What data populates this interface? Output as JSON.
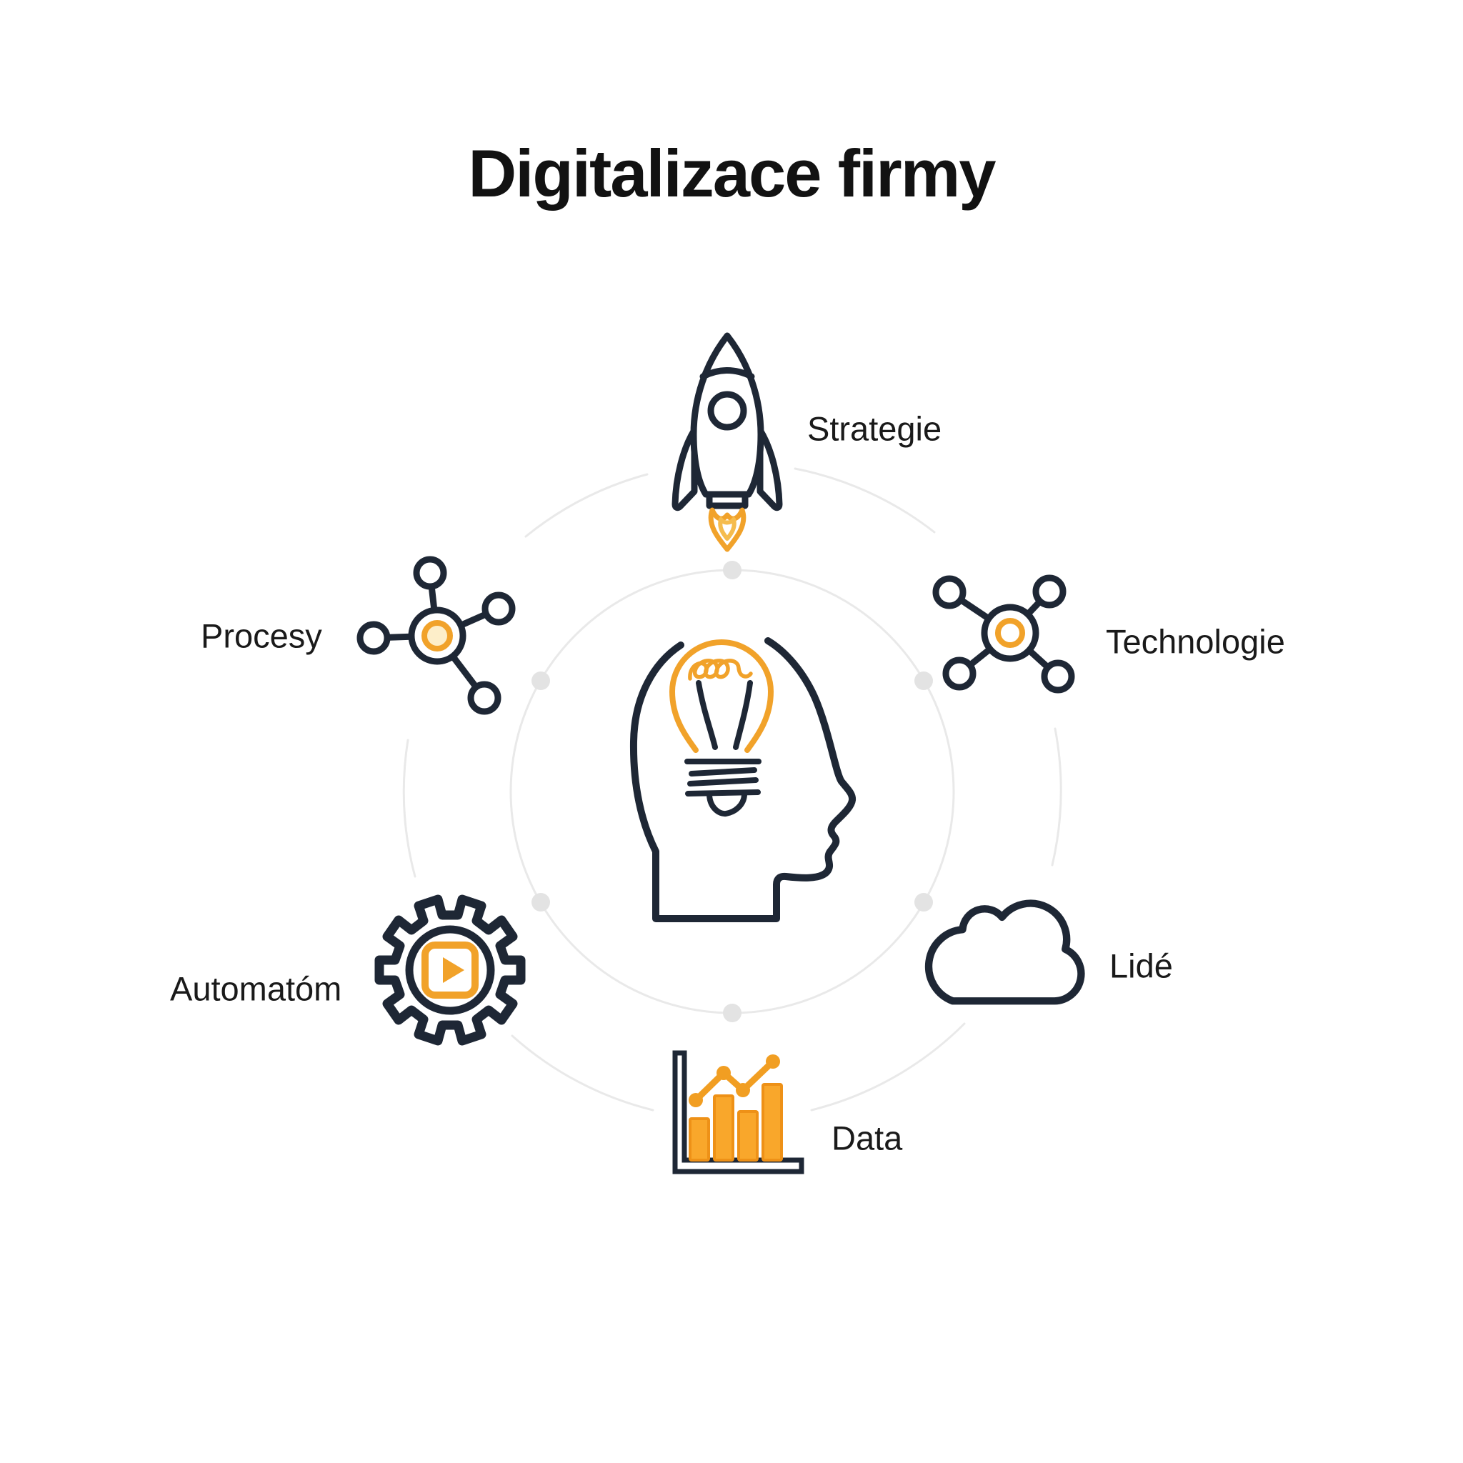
{
  "title": "Digitalizace firmy",
  "center": {
    "icon": "head-lightbulb-icon"
  },
  "items": [
    {
      "id": "strategie",
      "label": "Strategie",
      "icon": "rocket-icon",
      "position": "top"
    },
    {
      "id": "technologie",
      "label": "Technologie",
      "icon": "network-icon",
      "position": "upper-right"
    },
    {
      "id": "lide",
      "label": "Lidé",
      "icon": "cloud-icon",
      "position": "lower-right"
    },
    {
      "id": "data",
      "label": "Data",
      "icon": "bar-chart-icon",
      "position": "bottom"
    },
    {
      "id": "automatom",
      "label": "Automatóm",
      "icon": "gear-play-icon",
      "position": "lower-left"
    },
    {
      "id": "procesy",
      "label": "Procesy",
      "icon": "network-icon",
      "position": "upper-left"
    }
  ],
  "colors": {
    "dark": "#1e2735",
    "orange": "#f1a22a",
    "flame_inner": "#f5bc4e",
    "bar_fill": "#f9a72b",
    "bar_stroke": "#ee9117",
    "pale_center": "#fdeec9",
    "ring_gray": "#e9e9e9",
    "dot_gray": "#e3e3e3",
    "text": "#1a1a1a"
  }
}
